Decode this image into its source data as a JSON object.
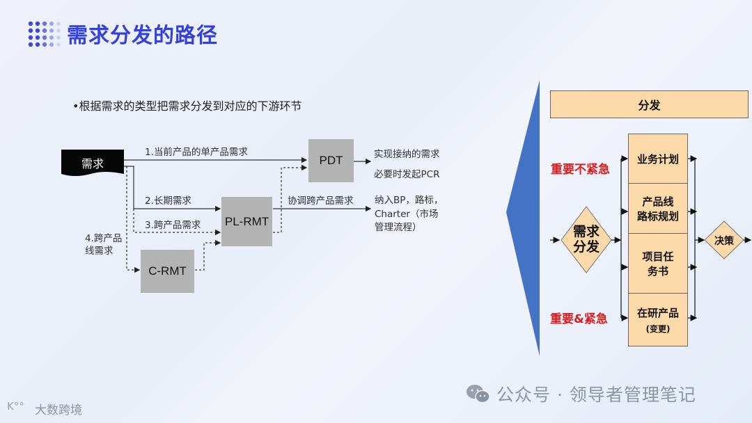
{
  "header": {
    "title": "需求分发的路径"
  },
  "left_diagram": {
    "bullet": "•根据需求的类型把需求分发到对应的下游环节",
    "source": "需求",
    "boxes": {
      "pdt": "PDT",
      "pl_rmt": "PL-RMT",
      "c_rmt": "C-RMT"
    },
    "paths": {
      "p1": "1.当前产品的单产品需求",
      "p2": "2.长期需求",
      "p3": "3.跨产品需求",
      "p4_line1": "4.跨产品",
      "p4_line2": "线需求",
      "coord": "协调跨产品需求"
    },
    "outputs": {
      "pdt_line1": "实现接纳的需求",
      "pdt_line2": "必要时发起PCR",
      "pl_line1": "纳入BP，路标，",
      "pl_line2": "Charter（市场",
      "pl_line3": "管理流程）"
    }
  },
  "right_diagram": {
    "header": "分发",
    "diamond": {
      "line1": "需求",
      "line2": "分发"
    },
    "decision": "决策",
    "stack": [
      {
        "line1": "业务计划",
        "line2": ""
      },
      {
        "line1": "产品线",
        "line2": "路标规划"
      },
      {
        "line1": "项目任",
        "line2": "务书"
      },
      {
        "line1": "在研产品",
        "line2": "(变更)"
      }
    ],
    "labels": {
      "top": "重要不紧急",
      "bottom": "重要&紧急"
    },
    "colors": {
      "triangle": "#4472c4",
      "box_fill": "#fcd9a8",
      "label_red": "#d81e1e"
    }
  },
  "watermarks": {
    "right": "公众号 · 领导者管理笔记",
    "left": "大数跨境"
  }
}
